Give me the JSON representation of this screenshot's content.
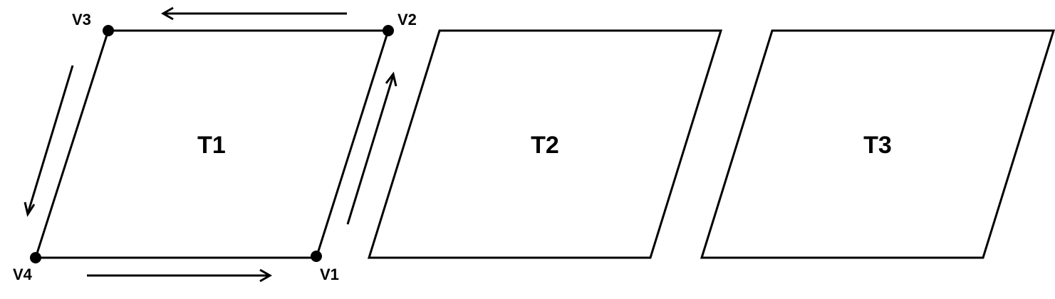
{
  "diagram": {
    "shapes": [
      {
        "label": "T1"
      },
      {
        "label": "T2"
      },
      {
        "label": "T3"
      }
    ],
    "vertices": [
      {
        "label": "V1"
      },
      {
        "label": "V2"
      },
      {
        "label": "V3"
      },
      {
        "label": "V4"
      }
    ],
    "colors": {
      "stroke": "#000000",
      "background": "#ffffff"
    }
  }
}
